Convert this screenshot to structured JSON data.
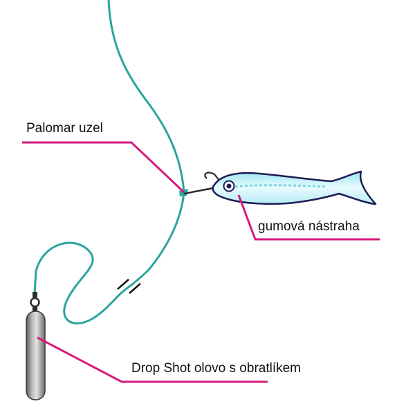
{
  "labels": {
    "knot": "Palomar uzel",
    "lure": "gumová nástraha",
    "sinker": "Drop Shot olovo s obratlíkem"
  },
  "colors": {
    "line": "#2aa59c",
    "leader": "#d6197f",
    "hook": "#2b2b2b",
    "lure_body": "#bfeef6",
    "lure_outline": "#1c1c55",
    "sinker": "#8a8a8a"
  },
  "icons": [
    "hook-icon",
    "fish-lure-icon",
    "swivel-icon",
    "sinker-weight-icon"
  ]
}
